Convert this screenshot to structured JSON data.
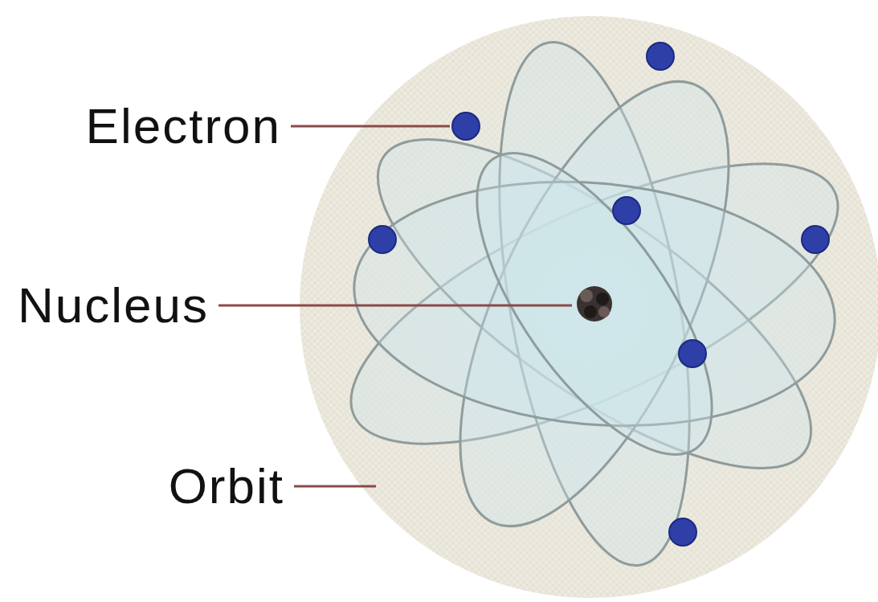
{
  "diagram": {
    "labels": [
      "Electron",
      "Nucleus",
      "Orbit"
    ]
  }
}
